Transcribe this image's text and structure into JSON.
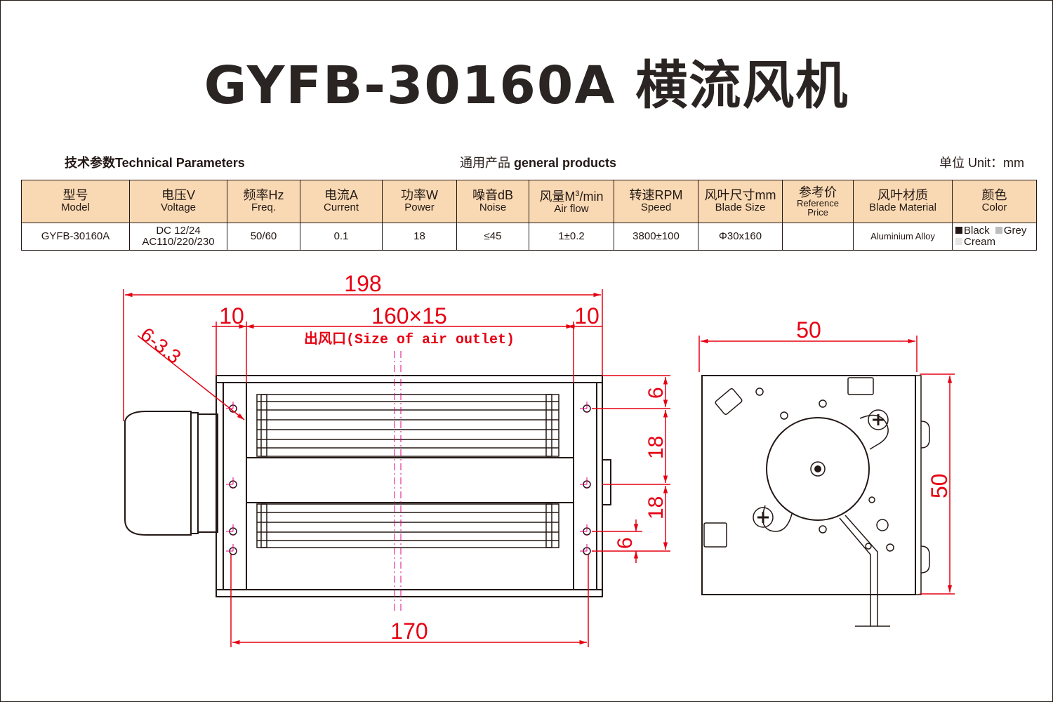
{
  "title": "GYFB-30160A 横流风机",
  "header_row": {
    "tech_cn": "技术参数",
    "tech_en": "Technical Parameters",
    "general_cn": "通用产品",
    "general_en": "general products",
    "unit_cn": "单位",
    "unit_en": "Unit：mm"
  },
  "table": {
    "headers": [
      {
        "cn": "型号",
        "en": "Model"
      },
      {
        "cn": "电压V",
        "en": "Voltage"
      },
      {
        "cn": "频率Hz",
        "en": "Freq."
      },
      {
        "cn": "电流A",
        "en": "Current"
      },
      {
        "cn": "功率W",
        "en": "Power"
      },
      {
        "cn": "噪音dB",
        "en": "Noise"
      },
      {
        "cn": "风量M",
        "sup": "3",
        "cn_suffix": "/min",
        "en": "Air flow"
      },
      {
        "cn": "转速RPM",
        "en": "Speed"
      },
      {
        "cn": "风叶尺寸mm",
        "en": "Blade Size"
      },
      {
        "cn": "参考价",
        "en": "Reference",
        "en2": "Price"
      },
      {
        "cn": "风叶材质",
        "en": "Blade Material"
      },
      {
        "cn": "颜色",
        "en": "Color"
      }
    ],
    "row": {
      "model": "GYFB-30160A",
      "voltage_line1": "DC  12/24",
      "voltage_line2": "AC110/220/230",
      "freq": "50/60",
      "current": "0.1",
      "power": "18",
      "noise": "≤45",
      "airflow": "1±0.2",
      "speed": "3800±100",
      "blade_size": "Φ30x160",
      "price": "",
      "material": "Aluminium Alloy",
      "color1": "Black",
      "color2": "Grey",
      "color3": "Cream"
    },
    "swatches": {
      "black": "#231815",
      "grey": "#bdbdbd",
      "cream": "#e6e6e6"
    }
  },
  "drawing": {
    "overall_length": "198",
    "margin_left": "10",
    "outlet": "160×15",
    "margin_right": "10",
    "outlet_label": "出风口(Size of  air outlet)",
    "holes": "6-3.3",
    "hole_span": "170",
    "side_width": "50",
    "side_height": "50",
    "v_dims": [
      "6",
      "18",
      "18",
      "6"
    ]
  },
  "colors": {
    "dimension": "#e60012",
    "header_bg": "#f9d9b3",
    "line": "#231815",
    "centerline": "#e4007f"
  }
}
